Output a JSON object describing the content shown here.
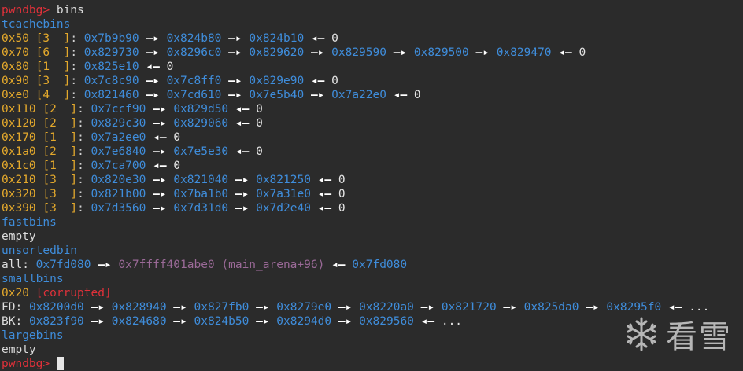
{
  "prompt": "pwndbg>",
  "command": "bins",
  "labels": {
    "tcachebins": "tcachebins",
    "fastbins": "fastbins",
    "fastbins_empty": "empty",
    "unsortedbin": "unsortedbin",
    "smallbins": "smallbins",
    "largebins": "largebins",
    "largebins_empty": "empty"
  },
  "tcache": [
    {
      "size": "0x50",
      "count": "3",
      "chain": [
        "0x7b9b90",
        "0x824b80",
        "0x824b10"
      ],
      "tail": "0"
    },
    {
      "size": "0x70",
      "count": "6",
      "chain": [
        "0x829730",
        "0x8296c0",
        "0x829620",
        "0x829590",
        "0x829500",
        "0x829470"
      ],
      "tail": "0"
    },
    {
      "size": "0x80",
      "count": "1",
      "chain": [
        "0x825e10"
      ],
      "tail": "0"
    },
    {
      "size": "0x90",
      "count": "3",
      "chain": [
        "0x7c8c90",
        "0x7c8ff0",
        "0x829e90"
      ],
      "tail": "0"
    },
    {
      "size": "0xe0",
      "count": "4",
      "chain": [
        "0x821460",
        "0x7cd610",
        "0x7e5b40",
        "0x7a22e0"
      ],
      "tail": "0"
    },
    {
      "size": "0x110",
      "count": "2",
      "chain": [
        "0x7ccf90",
        "0x829d50"
      ],
      "tail": "0"
    },
    {
      "size": "0x120",
      "count": "2",
      "chain": [
        "0x829c30",
        "0x829060"
      ],
      "tail": "0"
    },
    {
      "size": "0x170",
      "count": "1",
      "chain": [
        "0x7a2ee0"
      ],
      "tail": "0"
    },
    {
      "size": "0x1a0",
      "count": "2",
      "chain": [
        "0x7e6840",
        "0x7e5e30"
      ],
      "tail": "0"
    },
    {
      "size": "0x1c0",
      "count": "1",
      "chain": [
        "0x7ca700"
      ],
      "tail": "0"
    },
    {
      "size": "0x210",
      "count": "3",
      "chain": [
        "0x820e30",
        "0x821040",
        "0x821250"
      ],
      "tail": "0"
    },
    {
      "size": "0x320",
      "count": "3",
      "chain": [
        "0x821b00",
        "0x7ba1b0",
        "0x7a31e0"
      ],
      "tail": "0"
    },
    {
      "size": "0x390",
      "count": "3",
      "chain": [
        "0x7d3560",
        "0x7d31d0",
        "0x7d2e40"
      ],
      "tail": "0"
    }
  ],
  "unsorted": {
    "label": "all:",
    "head": "0x7fd080",
    "arena": "0x7ffff401abe0 (main_arena+96)",
    "back": "0x7fd080"
  },
  "smallbin": {
    "size": "0x20",
    "flag": "[corrupted]",
    "fd_label": "FD:",
    "fd_chain": [
      "0x8200d0",
      "0x828940",
      "0x827fb0",
      "0x8279e0",
      "0x8220a0",
      "0x821720",
      "0x825da0",
      "0x8295f0"
    ],
    "fd_tail": "...",
    "bk_label": "BK:",
    "bk_chain": [
      "0x823f90",
      "0x824680",
      "0x824b50",
      "0x8294d0",
      "0x829560"
    ],
    "bk_tail": "..."
  },
  "symbols": {
    "arrow_right": "—▸",
    "arrow_left": "◂—"
  },
  "watermark": {
    "text": "看雪",
    "icon": "snowflake-icon"
  }
}
